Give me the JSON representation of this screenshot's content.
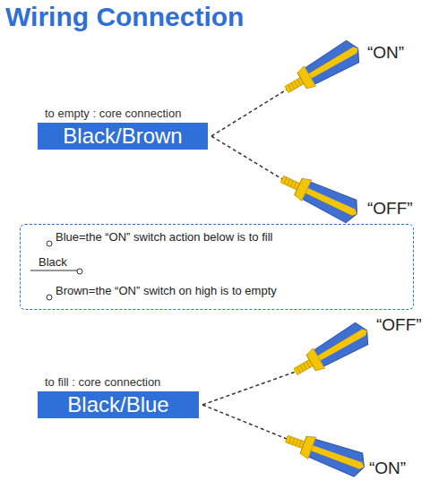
{
  "diagram": {
    "title": "Wiring Connection",
    "nodes": [
      {
        "text": [
          "to empty : core connection",
          "Black/Brown"
        ]
      },
      {
        "text": [
          "Blue=the “ON” switch action below is to fill",
          "Black",
          "Brown=the “ON” switch on high is to empty"
        ]
      },
      {
        "text": [
          "to fill : core connection",
          "Black/Blue"
        ]
      }
    ],
    "labels": [
      "“ON”",
      "“OFF”",
      "“OFF”",
      "“ON”"
    ]
  }
}
